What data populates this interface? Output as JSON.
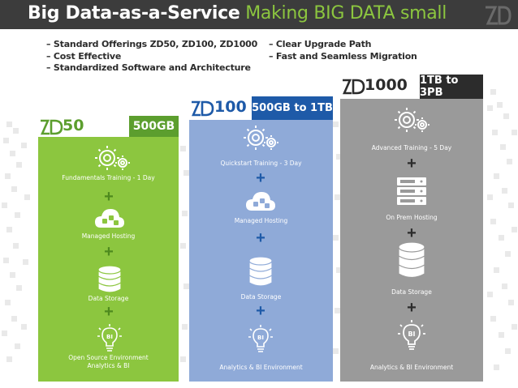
{
  "header": {
    "title_bold": "Big Data-as-a-Service",
    "title_tagline": "Making BIG DATA small"
  },
  "bullets_left": [
    "– Standard Offerings ZD50, ZD100, ZD1000",
    "– Cost Effective",
    "– Standardized Software and Architecture"
  ],
  "bullets_right": [
    "– Clear Upgrade Path",
    "– Fast and Seamless Migration"
  ],
  "colors": {
    "zd50": "#8cc63f",
    "zd100": "#8faad8",
    "zd1000": "#9a9a9a",
    "header": "#3c3c3c"
  },
  "tiers": [
    {
      "logo": "ZD50",
      "badge": "500GB",
      "items": [
        {
          "icon": "gears-icon",
          "label": "Fundamentals Training - 1 Day"
        },
        {
          "icon": "cloud-icon",
          "label": "Managed Hosting"
        },
        {
          "icon": "database-icon",
          "label": "Data Storage"
        },
        {
          "icon": "lightbulb-bi-icon",
          "label": "Open Source Environment",
          "label2": "Analytics & BI"
        }
      ]
    },
    {
      "logo": "ZD100",
      "badge": "500GB to 1TB",
      "items": [
        {
          "icon": "gears-icon",
          "label": "Quickstart Training - 3 Day"
        },
        {
          "icon": "cloud-icon",
          "label": "Managed Hosting"
        },
        {
          "icon": "database-icon",
          "label": "Data Storage"
        },
        {
          "icon": "lightbulb-bi-icon",
          "label": "Analytics & BI Environment"
        }
      ]
    },
    {
      "logo": "ZD1000",
      "badge": "1TB to 3PB",
      "items": [
        {
          "icon": "gears-icon",
          "label": "Advanced Training - 5 Day"
        },
        {
          "icon": "server-rack-icon",
          "label": "On Prem Hosting"
        },
        {
          "icon": "database-icon",
          "label": "Data Storage"
        },
        {
          "icon": "lightbulb-bi-icon",
          "label": "Analytics & BI Environment"
        }
      ]
    }
  ],
  "plus_sign": "+",
  "bi_text": "BI"
}
